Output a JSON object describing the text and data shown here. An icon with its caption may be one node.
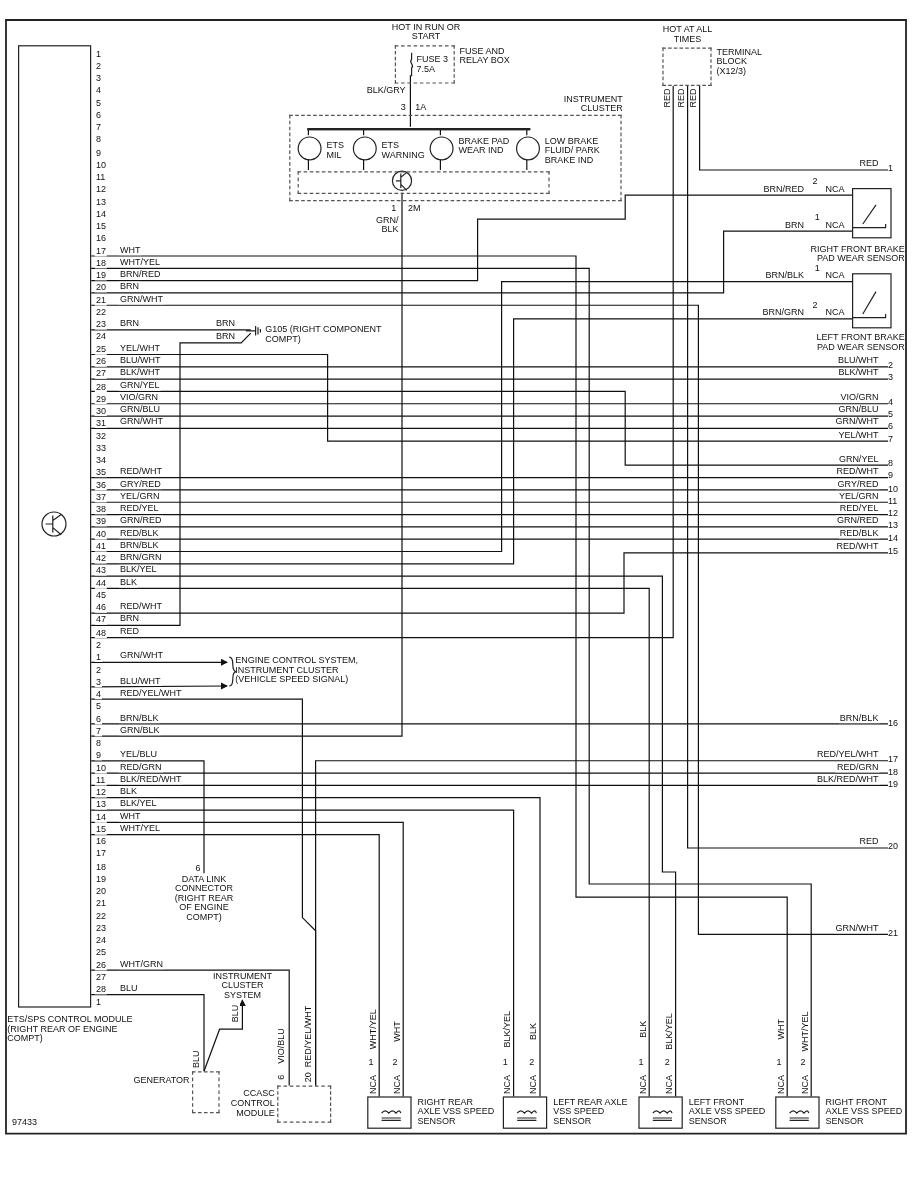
{
  "diagram": {
    "nodes": [
      {
        "text": [
          "ETS/SPS CONTROL MODULE (RIGHT REAR OF ENGINE COMPT)"
        ]
      },
      {
        "text": [
          "FUSE AND RELAY BOX"
        ],
        "beside": [
          "HOT IN RUN OR START"
        ]
      },
      {
        "text": [
          "FUSE 3 7.5A"
        ],
        "in": 1
      },
      {
        "text": [
          "INSTRUMENT CLUSTER"
        ]
      },
      {
        "text": [
          "ETS MIL"
        ],
        "in": 3
      },
      {
        "text": [
          "ETS WARNING"
        ],
        "in": 3
      },
      {
        "text": [
          "BRAKE PAD WEAR IND"
        ],
        "in": 3
      },
      {
        "text": [
          "LOW BRAKE FLUID/ PARK BRAKE IND"
        ],
        "in": 3
      },
      {
        "text": [
          "TERMINAL BLOCK (X12/3)"
        ],
        "beside": [
          "HOT AT ALL TIMES"
        ]
      },
      {
        "text": [
          "RIGHT FRONT BRAKE PAD WEAR SENSOR"
        ]
      },
      {
        "text": [
          "LEFT FRONT BRAKE PAD WEAR SENSOR"
        ]
      },
      {
        "text": [
          "G105 (RIGHT COMPONENT COMPT)"
        ]
      },
      {
        "text": [
          "ENGINE CONTROL SYSTEM, INSTRUMENT CLUSTER (VEHICLE SPEED SIGNAL)"
        ]
      },
      {
        "text": [
          "DATA LINK CONNECTOR (RIGHT REAR OF ENGINE COMPT)"
        ]
      },
      {
        "text": [
          "INSTRUMENT CLUSTER SYSTEM"
        ]
      },
      {
        "text": [
          "GENERATOR"
        ]
      },
      {
        "text": [
          "CCASC CONTROL MODULE"
        ]
      },
      {
        "text": [
          "RIGHT REAR AXLE VSS SPEED SENSOR"
        ]
      },
      {
        "text": [
          "LEFT REAR AXLE VSS SPEED SENSOR"
        ]
      },
      {
        "text": [
          "LEFT FRONT AXLE VSS SPEED SENSOR"
        ]
      },
      {
        "text": [
          "RIGHT FRONT AXLE VSS SPEED SENSOR"
        ]
      },
      {
        "text": [
          "1"
        ]
      },
      {
        "text": [
          "2"
        ]
      },
      {
        "text": [
          "3"
        ]
      },
      {
        "text": [
          "4"
        ]
      },
      {
        "text": [
          "5"
        ]
      },
      {
        "text": [
          "6"
        ]
      },
      {
        "text": [
          "7"
        ]
      },
      {
        "text": [
          "8"
        ]
      },
      {
        "text": [
          "9"
        ]
      },
      {
        "text": [
          "10"
        ]
      },
      {
        "text": [
          "11"
        ]
      },
      {
        "text": [
          "12"
        ]
      },
      {
        "text": [
          "13"
        ]
      },
      {
        "text": [
          "14"
        ]
      },
      {
        "text": [
          "15"
        ]
      },
      {
        "text": [
          "16"
        ]
      },
      {
        "text": [
          "17"
        ]
      },
      {
        "text": [
          "18"
        ]
      },
      {
        "text": [
          "19"
        ]
      },
      {
        "text": [
          "20"
        ]
      },
      {
        "text": [
          "21"
        ]
      },
      {
        "text": [],
        "shape": "bar",
        "in": 3
      },
      {
        "text": [],
        "shape": "box",
        "in": 3
      }
    ],
    "edges": [
      {
        "from": 2,
        "to": 42,
        "arrow": "none",
        "label": "BLK/GRY"
      },
      {
        "from": 8,
        "to": 21,
        "arrow": "none",
        "label": "RED"
      },
      {
        "from": 0,
        "to": 9,
        "arrow": "none",
        "label": "BRN/RED"
      },
      {
        "from": 0,
        "to": 9,
        "arrow": "none",
        "label": "BRN"
      },
      {
        "from": 0,
        "to": 10,
        "arrow": "none",
        "label": "BRN/BLK"
      },
      {
        "from": 0,
        "to": 10,
        "arrow": "none",
        "label": "BRN/GRN"
      },
      {
        "from": 0,
        "to": 20,
        "arrow": "none",
        "label": "WHT"
      },
      {
        "from": 0,
        "to": 20,
        "arrow": "none",
        "label": "WHT/YEL"
      },
      {
        "from": 0,
        "to": 41,
        "arrow": "none",
        "label": "GRN/WHT"
      },
      {
        "from": 0,
        "to": 11,
        "arrow": "none",
        "label": "BRN"
      },
      {
        "from": 0,
        "to": 11,
        "arrow": "none",
        "label": "BRN"
      },
      {
        "from": 0,
        "to": 27,
        "arrow": "none",
        "label": "YEL/WHT"
      },
      {
        "from": 0,
        "to": 22,
        "arrow": "none",
        "label": "BLU/WHT"
      },
      {
        "from": 0,
        "to": 23,
        "arrow": "none",
        "label": "BLK/WHT"
      },
      {
        "from": 0,
        "to": 28,
        "arrow": "none",
        "label": "GRN/YEL"
      },
      {
        "from": 0,
        "to": 24,
        "arrow": "none",
        "label": "VIO/GRN"
      },
      {
        "from": 0,
        "to": 25,
        "arrow": "none",
        "label": "GRN/BLU"
      },
      {
        "from": 0,
        "to": 26,
        "arrow": "none",
        "label": "GRN/WHT"
      },
      {
        "from": 0,
        "to": 29,
        "arrow": "none",
        "label": "RED/WHT"
      },
      {
        "from": 0,
        "to": 30,
        "arrow": "none",
        "label": "GRY/RED"
      },
      {
        "from": 0,
        "to": 31,
        "arrow": "none",
        "label": "YEL/GRN"
      },
      {
        "from": 0,
        "to": 32,
        "arrow": "none",
        "label": "RED/YEL"
      },
      {
        "from": 0,
        "to": 33,
        "arrow": "none",
        "label": "GRN/RED"
      },
      {
        "from": 0,
        "to": 34,
        "arrow": "none",
        "label": "RED/BLK"
      },
      {
        "from": 0,
        "to": 19,
        "arrow": "none",
        "label": "BLK/YEL"
      },
      {
        "from": 0,
        "to": 19,
        "arrow": "none",
        "label": "BLK"
      },
      {
        "from": 0,
        "to": 35,
        "arrow": "none",
        "label": "RED/WHT"
      },
      {
        "from": 0,
        "to": 8,
        "arrow": "none",
        "label": "RED"
      },
      {
        "from": 0,
        "to": 12,
        "arrow": "to",
        "label": "GRN/WHT"
      },
      {
        "from": 0,
        "to": 12,
        "arrow": "to",
        "label": "BLU/WHT"
      },
      {
        "from": 0,
        "to": 16,
        "arrow": "none",
        "label": "RED/YEL/WHT"
      },
      {
        "from": 37,
        "to": 16,
        "arrow": "none",
        "label": "RED/YEL/WHT"
      },
      {
        "from": 0,
        "to": 36,
        "arrow": "none",
        "label": "BRN/BLK"
      },
      {
        "from": 0,
        "to": 43,
        "arrow": "none",
        "label": "GRN/BLK"
      },
      {
        "from": 0,
        "to": 13,
        "arrow": "none",
        "label": "YEL/BLU"
      },
      {
        "from": 0,
        "to": 38,
        "arrow": "none",
        "label": "RED/GRN"
      },
      {
        "from": 0,
        "to": 39,
        "arrow": "none",
        "label": "BLK/RED/WHT"
      },
      {
        "from": 0,
        "to": 18,
        "arrow": "none",
        "label": "BLK"
      },
      {
        "from": 0,
        "to": 18,
        "arrow": "none",
        "label": "BLK/YEL"
      },
      {
        "from": 0,
        "to": 17,
        "arrow": "none",
        "label": "WHT"
      },
      {
        "from": 0,
        "to": 17,
        "arrow": "none",
        "label": "WHT/YEL"
      },
      {
        "from": 0,
        "to": 16,
        "arrow": "none",
        "label": "WHT/GRN"
      },
      {
        "from": 0,
        "to": 15,
        "arrow": "none",
        "label": "BLU"
      },
      {
        "from": 15,
        "to": 14,
        "arrow": "to",
        "label": "BLU"
      },
      {
        "from": 8,
        "to": 40,
        "arrow": "none",
        "label": "RED"
      },
      {
        "from": 42,
        "to": 4,
        "arrow": "none"
      },
      {
        "from": 42,
        "to": 5,
        "arrow": "none"
      },
      {
        "from": 42,
        "to": 6,
        "arrow": "none"
      },
      {
        "from": 42,
        "to": 7,
        "arrow": "none"
      },
      {
        "from": 4,
        "to": 43,
        "arrow": "none"
      },
      {
        "from": 5,
        "to": 43,
        "arrow": "none"
      },
      {
        "from": 6,
        "to": 43,
        "arrow": "none"
      },
      {
        "from": 7,
        "to": 43,
        "arrow": "none"
      }
    ],
    "labels": [
      "1",
      "2",
      "3",
      "4",
      "5",
      "6",
      "7",
      "8",
      "9",
      "10",
      "11",
      "12",
      "13",
      "14",
      "15",
      "16",
      "17",
      "18",
      "19",
      "20",
      "21",
      "22",
      "23",
      "24",
      "25",
      "26",
      "27",
      "28",
      "29",
      "30",
      "31",
      "32",
      "33",
      "34",
      "35",
      "36",
      "37",
      "38",
      "39",
      "40",
      "41",
      "42",
      "43",
      "44",
      "45",
      "46",
      "47",
      "48",
      "2",
      "1",
      "2",
      "3",
      "4",
      "5",
      "6",
      "7",
      "8",
      "9",
      "10",
      "11",
      "12",
      "13",
      "14",
      "15",
      "16",
      "17",
      "18",
      "19",
      "20",
      "21",
      "22",
      "23",
      "24",
      "25",
      "26",
      "27",
      "28",
      "1",
      "3",
      "1A",
      "RED",
      "RED",
      "RED",
      "BRN/RED",
      "2",
      "NCA",
      "BRN",
      "1",
      "NCA",
      "1",
      "2M",
      "GRN/ BLK",
      "BRN/BLK",
      "1",
      "NCA",
      "BRN/GRN",
      "2",
      "NCA",
      "BRN",
      "BRN",
      "BLU/WHT",
      "BLK/WHT",
      "VIO/GRN",
      "GRN/BLU",
      "GRN/WHT",
      "YEL/WHT",
      "GRN/YEL",
      "RED/WHT",
      "GRY/RED",
      "YEL/GRN",
      "RED/YEL",
      "GRN/RED",
      "RED/BLK",
      "RED/WHT",
      "BRN/BLK",
      "RED/GRN",
      "BLK/RED/WHT",
      "GRN/WHT",
      "6",
      "BLU",
      "6",
      "VIO/BLU",
      "20",
      "RED/YEL/WHT",
      "1",
      "WHT/YEL",
      "2",
      "WHT",
      "NCA",
      "NCA",
      "1",
      "BLK/YEL",
      "2",
      "BLK",
      "NCA",
      "NCA",
      "1",
      "BLK",
      "2",
      "BLK/YEL",
      "NCA",
      "NCA",
      "1",
      "WHT",
      "2",
      "WHT/YEL",
      "NCA",
      "NCA",
      "97433"
    ]
  }
}
